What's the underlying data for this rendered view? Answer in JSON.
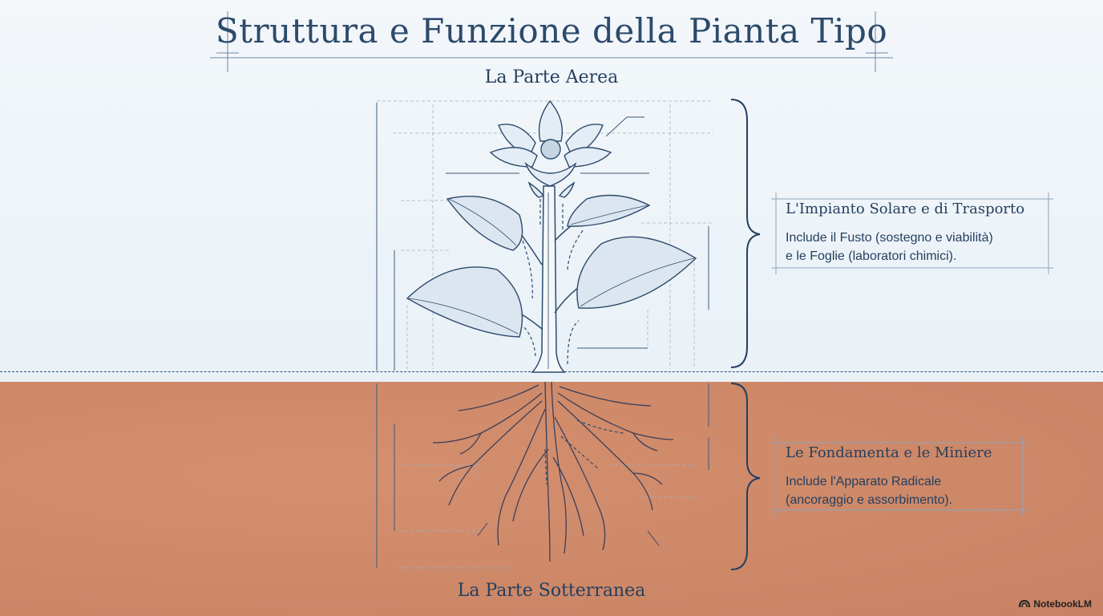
{
  "title": "Struttura e Funzione della Pianta Tipo",
  "sections": {
    "aerial_label": "La Parte Aerea",
    "underground_label": "La Parte Sotterranea"
  },
  "callouts": {
    "top": {
      "title": "L'Impianto Solare e di Trasporto",
      "body_line1": "Include il Fusto (sostegno e viabilità)",
      "body_line2": "e le Foglie (laboratori chimici)."
    },
    "bottom": {
      "title": "Le Fondamenta e le Miniere",
      "body_line1": "Include l'Apparato Radicale",
      "body_line2": "(ancoraggio e assorbimento)."
    }
  },
  "brand": {
    "name": "NotebookLM",
    "icon": "notebooklm-logo-icon"
  },
  "colors": {
    "ink": "#2d4a6b",
    "sky": "#eef4f8",
    "soil": "#cd8868"
  }
}
